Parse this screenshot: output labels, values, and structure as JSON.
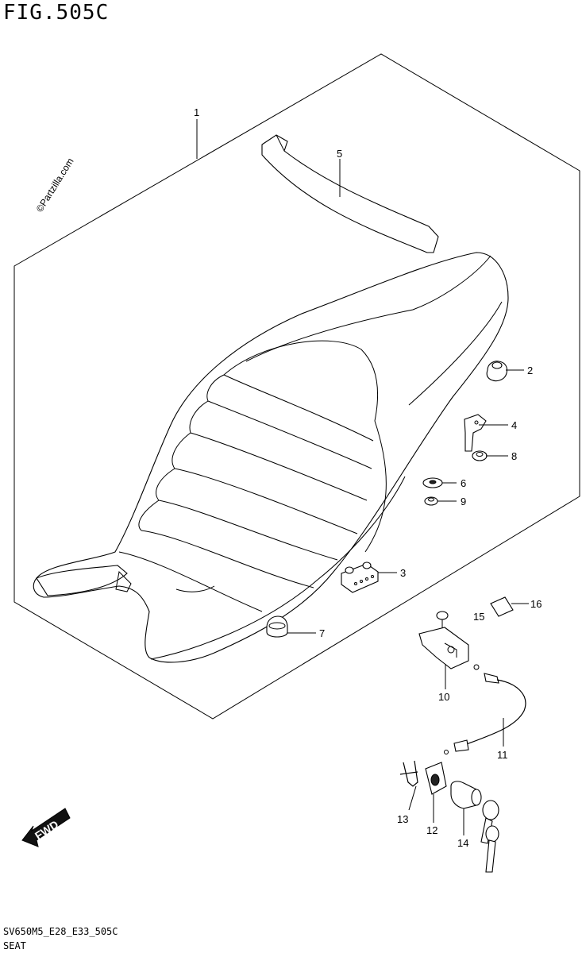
{
  "figure": {
    "title": "FIG.505C",
    "watermark": "©Partzilla.com",
    "direction_badge": "FWD",
    "model_code": "SV650M5_E28_E33_505C",
    "caption": "SEAT"
  },
  "callouts": [
    {
      "id": "1",
      "label": "1"
    },
    {
      "id": "2",
      "label": "2"
    },
    {
      "id": "3",
      "label": "3"
    },
    {
      "id": "4",
      "label": "4"
    },
    {
      "id": "5",
      "label": "5"
    },
    {
      "id": "6",
      "label": "6"
    },
    {
      "id": "7",
      "label": "7"
    },
    {
      "id": "8",
      "label": "8"
    },
    {
      "id": "9",
      "label": "9"
    },
    {
      "id": "10",
      "label": "10"
    },
    {
      "id": "11",
      "label": "11"
    },
    {
      "id": "12",
      "label": "12"
    },
    {
      "id": "13",
      "label": "13"
    },
    {
      "id": "14",
      "label": "14"
    },
    {
      "id": "15",
      "label": "15"
    },
    {
      "id": "16",
      "label": "16"
    }
  ],
  "icons": {
    "seat": "seat-assembly-icon",
    "strap": "seat-strap-icon",
    "cushion": "rubber-cushion-icon",
    "bracket": "seat-bracket-icon",
    "lock": "seat-lock-icon",
    "cable": "lock-cable-icon",
    "key": "key-icon",
    "arrow": "forward-arrow-icon"
  }
}
